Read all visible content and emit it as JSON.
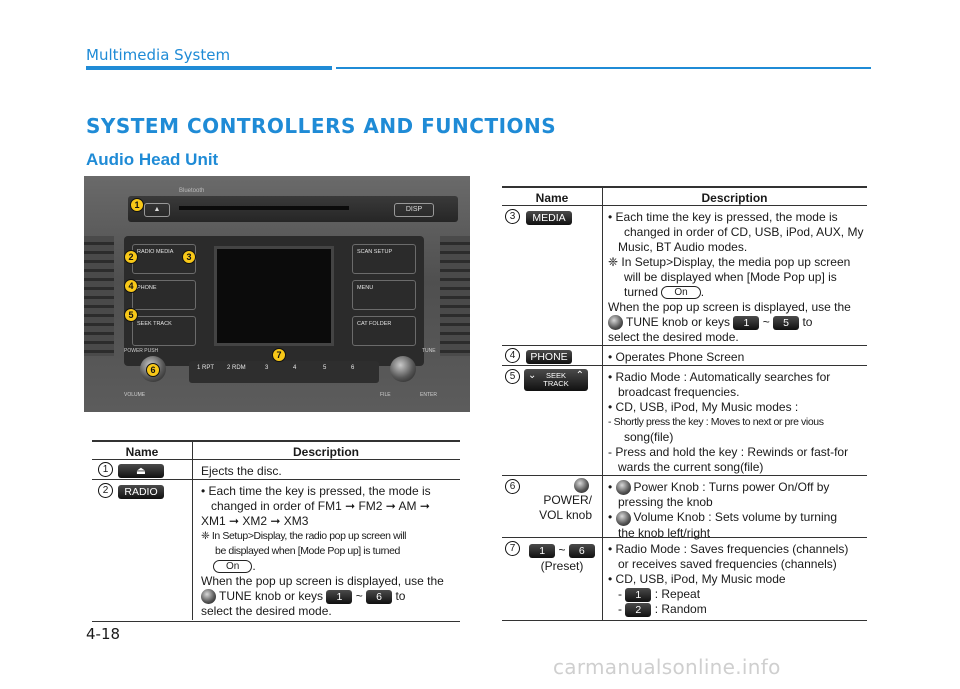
{
  "header": {
    "section": "Multimedia System",
    "title": "SYSTEM CONTROLLERS AND FUNCTIONS",
    "subtitle": "Audio Head Unit"
  },
  "unit_labels": {
    "bluetooth": "Bluetooth",
    "disp": "DISP",
    "radio_media": "RADIO MEDIA",
    "phone": "PHONE",
    "seek_track": "SEEK TRACK",
    "scan_setup": "SCAN SETUP",
    "menu": "MENU",
    "cat_folder": "CAT FOLDER",
    "power_push": "POWER PUSH",
    "tune": "TUNE",
    "volume": "VOLUME",
    "file": "FILE",
    "enter": "ENTER",
    "presets": [
      "1 RPT",
      "2 RDM",
      "3",
      "4",
      "5",
      "6"
    ],
    "markers": [
      "1",
      "2",
      "3",
      "4",
      "5",
      "6",
      "7"
    ]
  },
  "table_left": {
    "col_name": "Name",
    "col_desc": "Description",
    "rows": [
      {
        "num": "1",
        "key": "⏏",
        "desc": "Ejects the disc."
      },
      {
        "num": "2",
        "key": "RADIO",
        "line1": "• Each time the key is pressed, the mode is",
        "line2": "changed in order of FM1 ➞ FM2 ➞ AM ➞",
        "line3": "XM1 ➞ XM2 ➞ XM3",
        "note1": "❈ In Setup>Display, the radio pop up screen will",
        "note2": "be displayed when [Mode Pop up] is turned",
        "pill": "On",
        "after1": "When the pop up screen is displayed, use the",
        "after2a": "TUNE knob or keys",
        "key_from": "1",
        "tilde": "~",
        "key_to": "6",
        "after2b": "to",
        "after3": "select the desired mode."
      }
    ]
  },
  "table_right": {
    "col_name": "Name",
    "col_desc": "Description",
    "rows": [
      {
        "num": "3",
        "key": "MEDIA",
        "line1": "• Each time the key is pressed, the mode is",
        "line2": "changed in order of CD, USB, iPod, AUX, My",
        "line3": "Music, BT Audio modes.",
        "note1": "❈ In Setup>Display, the media pop up screen",
        "note2": "will be displayed when [Mode Pop up] is",
        "note3": "turned",
        "pill": "On",
        "after1": "When the pop up screen is displayed, use the",
        "after2a": "TUNE knob or keys",
        "key_from": "1",
        "tilde": "~",
        "key_to": "5",
        "after2b": "to",
        "after3": "select the desired mode."
      },
      {
        "num": "4",
        "key": "PHONE",
        "desc": "• Operates Phone Screen"
      },
      {
        "num": "5",
        "key_top": "SEEK",
        "key_bottom": "TRACK",
        "line1": "• Radio Mode : Automatically searches for",
        "line2": "broadcast frequencies.",
        "line3": "• CD, USB, iPod, My Music modes :",
        "line4": "- Shortly press the key : Moves to next or pre vious",
        "line5": "song(file)",
        "line6": "- Press and hold the key : Rewinds or fast-for",
        "line7": "wards the current song(file)"
      },
      {
        "num": "6",
        "name1": "POWER/",
        "name2": "VOL knob",
        "line1a": "•",
        "line1b": "Power Knob : Turns power On/Off by",
        "line2": "pressing the knob",
        "line3a": "•",
        "line3b": "Volume Knob : Sets volume by turning",
        "line4": "the knob left/right"
      },
      {
        "num": "7",
        "key_from": "1",
        "tilde": "~",
        "key_to": "6",
        "name2": "(Preset)",
        "line1": "• Radio Mode : Saves frequencies (channels)",
        "line2": "or receives saved frequencies (channels)",
        "line3": "• CD, USB, iPod, My Music mode",
        "line4a": "-",
        "key_a": "1",
        "line4b": ": Repeat",
        "line5a": "-",
        "key_b": "2",
        "line5b": ": Random"
      }
    ]
  },
  "footer": {
    "page_number": "4-18",
    "watermark": "carmanualsonline.info"
  }
}
